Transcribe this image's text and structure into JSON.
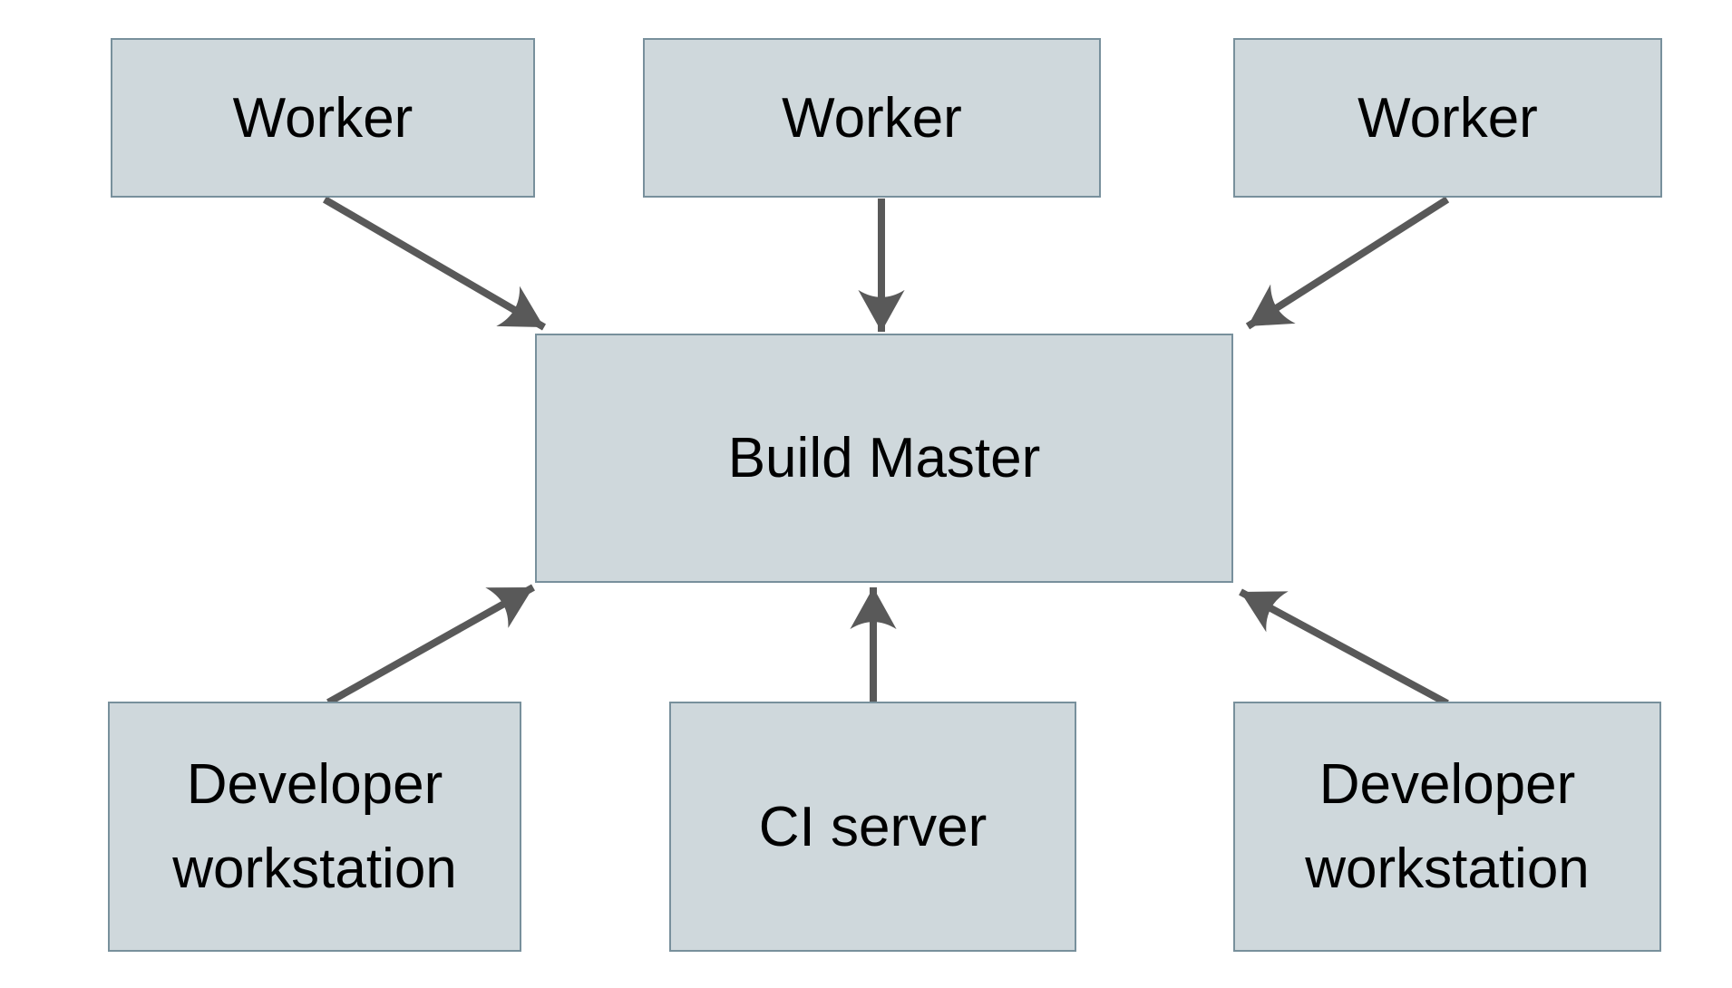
{
  "diagram": {
    "type": "architecture-diagram",
    "colors": {
      "node_fill": "#cfd8dc",
      "node_border": "#78909c",
      "arrow": "#595959",
      "text": "#000000",
      "background": "#ffffff"
    },
    "nodes": {
      "worker1": {
        "label": "Worker"
      },
      "worker2": {
        "label": "Worker"
      },
      "worker3": {
        "label": "Worker"
      },
      "buildMaster": {
        "label": "Build Master"
      },
      "devWorkstation1": {
        "label": "Developer workstation"
      },
      "ciServer": {
        "label": "CI server"
      },
      "devWorkstation2": {
        "label": "Developer workstation"
      }
    },
    "edges": [
      {
        "from": "worker1",
        "to": "buildMaster",
        "direction": "into-build-master"
      },
      {
        "from": "worker2",
        "to": "buildMaster",
        "direction": "into-build-master"
      },
      {
        "from": "worker3",
        "to": "buildMaster",
        "direction": "into-build-master"
      },
      {
        "from": "devWorkstation1",
        "to": "buildMaster",
        "direction": "into-build-master"
      },
      {
        "from": "ciServer",
        "to": "buildMaster",
        "direction": "into-build-master"
      },
      {
        "from": "devWorkstation2",
        "to": "buildMaster",
        "direction": "into-build-master"
      }
    ]
  }
}
